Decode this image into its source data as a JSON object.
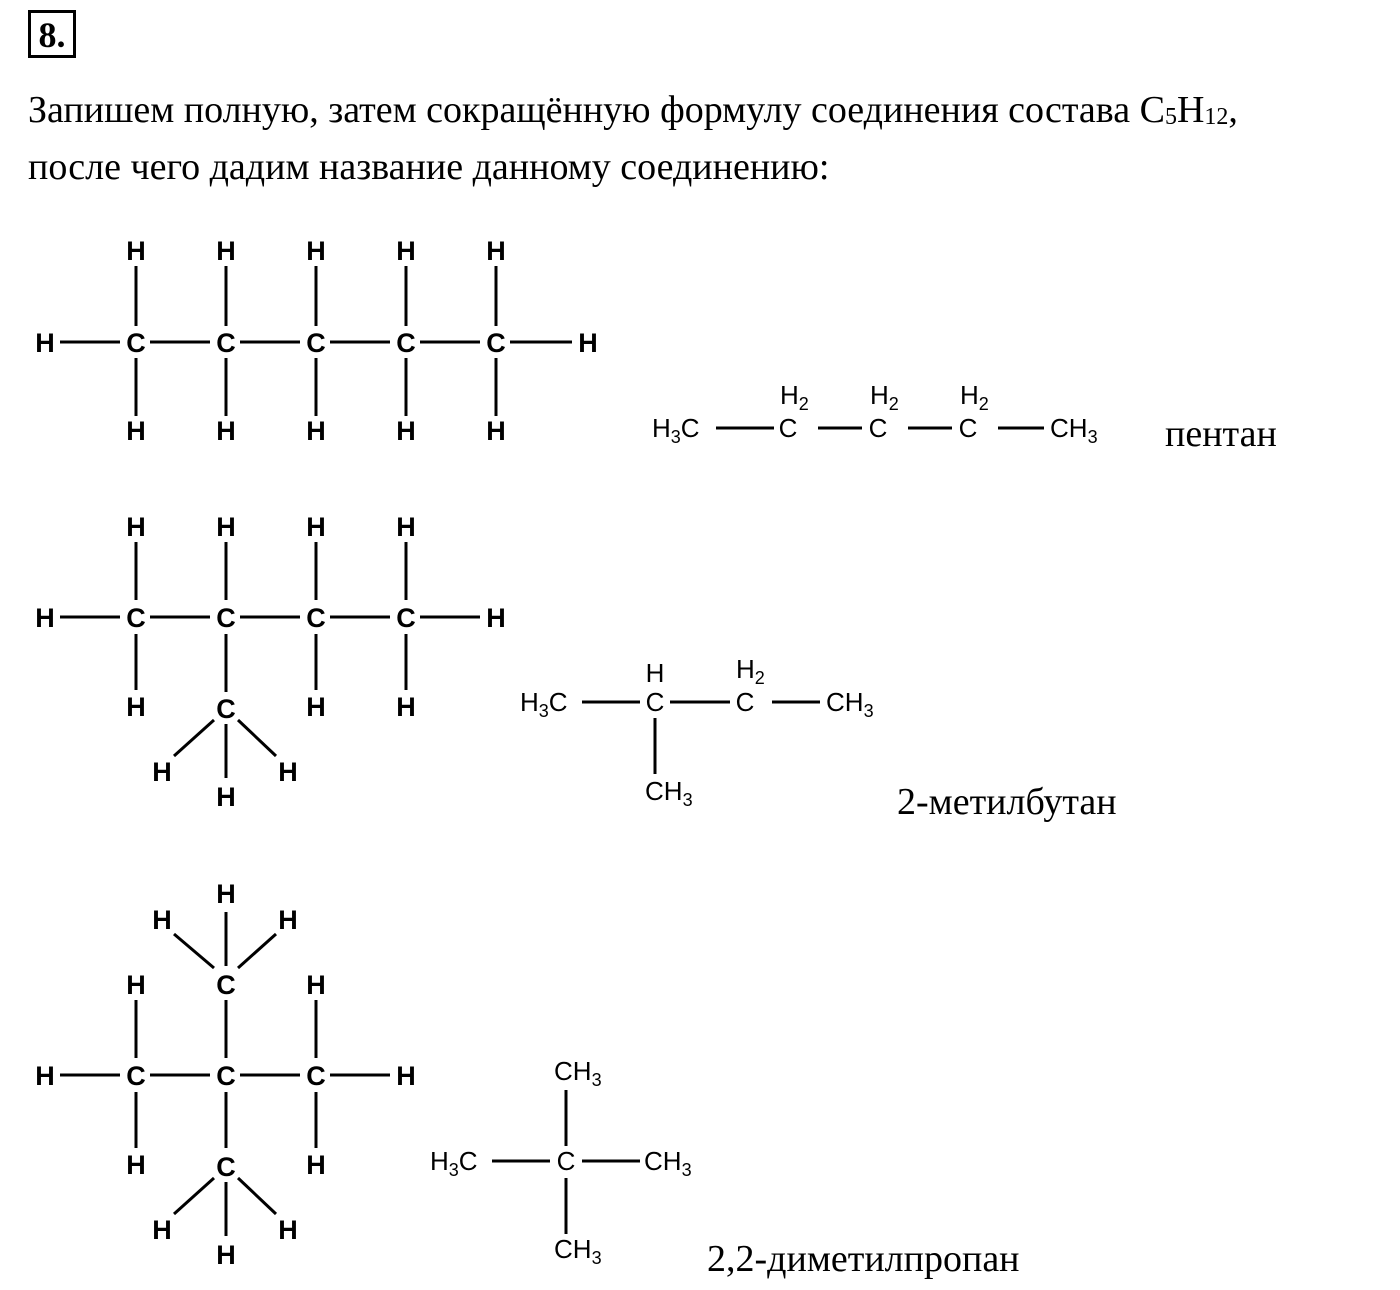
{
  "problem": {
    "number": "8."
  },
  "intro": {
    "line1": "Запишем полную, затем сокращённую формулу соединения состава C",
    "line1_sub1": "5",
    "line1_mid": "H",
    "line1_sub2": "12",
    "line1_end": ",",
    "line2": "после чего дадим название данному соединению:"
  },
  "atoms": {
    "carbon": "C",
    "hydrogen": "H",
    "h2_label": "H",
    "h2_sub": "2"
  },
  "condensed": {
    "h3c": "H",
    "h3c_sub": "3",
    "h3c_tail": "C",
    "ch3_head": "CH",
    "ch3_sub": "3",
    "ch_h": "H"
  },
  "compounds": [
    {
      "name": "пентан"
    },
    {
      "name": "2-метилбутан"
    },
    {
      "name": "2,2-диметилпропан"
    }
  ]
}
